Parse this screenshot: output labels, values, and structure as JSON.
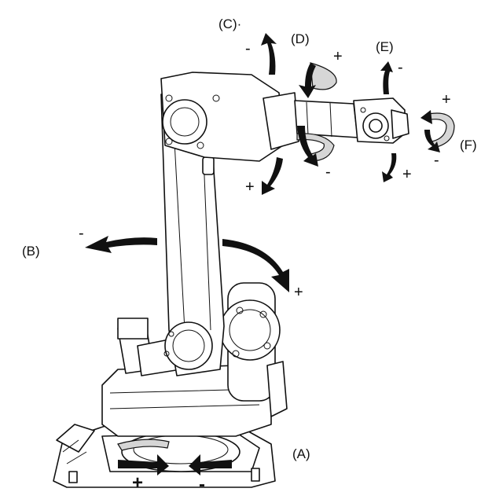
{
  "labels": {
    "A": "(A)",
    "B": "(B)",
    "C": "(C)·",
    "D": "(D)",
    "E": "(E)",
    "F": "(F)"
  },
  "signs": {
    "A_plus": "+",
    "A_minus": "-",
    "B_minus": "-",
    "B_plus": "+",
    "C_minus": "-",
    "C_plus": "+",
    "D_plus": "+",
    "D_minus": "-",
    "E_minus": "-",
    "E_plus": "+",
    "F_plus": "+",
    "F_minus": "-"
  }
}
